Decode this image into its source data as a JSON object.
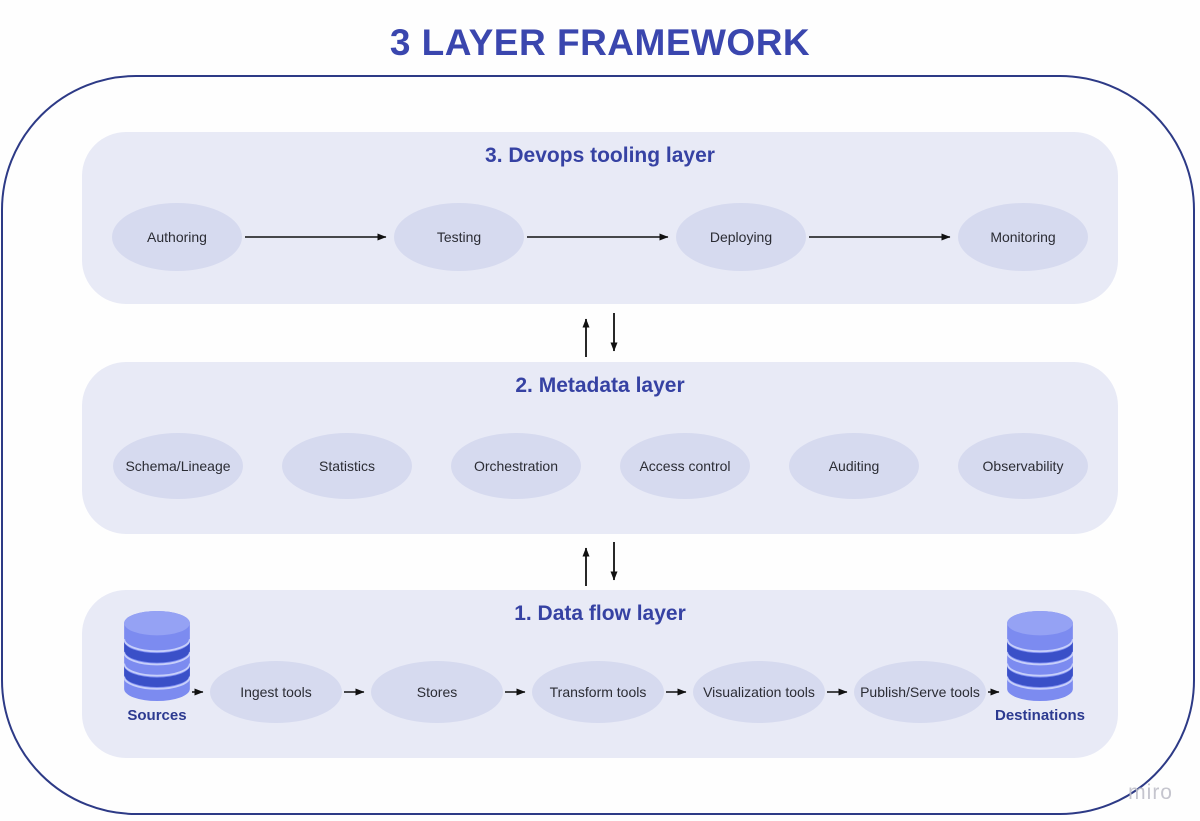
{
  "title": "3 LAYER FRAMEWORK",
  "watermark": "miro",
  "colors": {
    "accent_heading": "#3642a3",
    "title": "#3a46ae",
    "frame_border": "#2d3a86",
    "layer_background": "#e8eaf6",
    "node_background": "#d6daef",
    "node_text": "#2b2c34",
    "arrow": "#111111",
    "db_body": "#7c8bf0",
    "db_top": "#95a2f4",
    "db_band_dark": "#3a50c8",
    "db_separator": "#c7cffa",
    "db_label": "#2c3a90"
  },
  "layers": [
    {
      "id": "devops",
      "heading": "3. Devops tooling layer",
      "nodes": [
        "Authoring",
        "Testing",
        "Deploying",
        "Monitoring"
      ]
    },
    {
      "id": "metadata",
      "heading": "2. Metadata layer",
      "nodes": [
        "Schema/Lineage",
        "Statistics",
        "Orchestration",
        "Access control",
        "Auditing",
        "Observability"
      ]
    },
    {
      "id": "dataflow",
      "heading": "1. Data flow layer",
      "nodes": [
        "Ingest tools",
        "Stores",
        "Transform tools",
        "Visualization tools",
        "Publish/Serve tools"
      ],
      "source_label": "Sources",
      "destination_label": "Destinations"
    }
  ],
  "edges": {
    "devops_layer": [
      [
        "Authoring",
        "Testing"
      ],
      [
        "Testing",
        "Deploying"
      ],
      [
        "Deploying",
        "Monitoring"
      ]
    ],
    "dataflow_layer": [
      [
        "Sources",
        "Ingest tools"
      ],
      [
        "Ingest tools",
        "Stores"
      ],
      [
        "Stores",
        "Transform tools"
      ],
      [
        "Transform tools",
        "Visualization tools"
      ],
      [
        "Visualization tools",
        "Publish/Serve tools"
      ],
      [
        "Publish/Serve tools",
        "Destinations"
      ]
    ],
    "between_layers": [
      [
        "Devops tooling layer",
        "Metadata layer",
        "bidirectional"
      ],
      [
        "Metadata layer",
        "Data flow layer",
        "bidirectional"
      ]
    ]
  }
}
